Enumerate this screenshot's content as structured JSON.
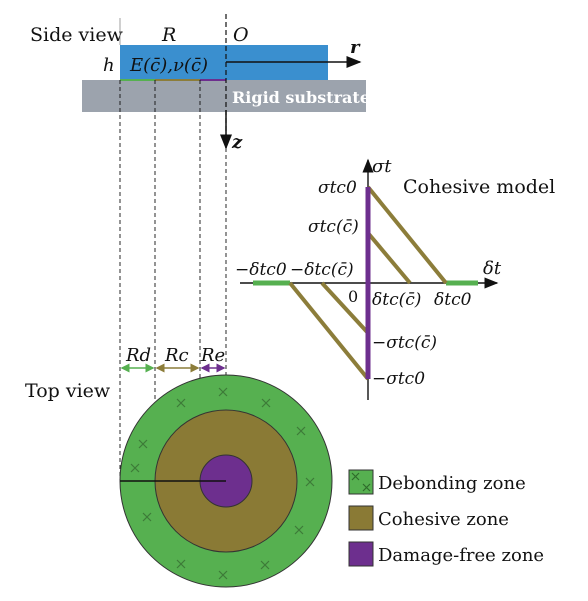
{
  "side_view": {
    "title": "Side view",
    "R": "R",
    "O": "O",
    "r": "r",
    "h": "h",
    "z": "z",
    "film_label": "E(c̄),ν(c̄)",
    "substrate": "Rigid substrate"
  },
  "cohesive_model": {
    "title": "Cohesive model",
    "sigma_t": "σt",
    "delta_t": "δt",
    "origin": "0",
    "sigma_tc0": "σtc0",
    "sigma_tc_c": "σtc(c̄)",
    "neg_delta_tc0": "−δtc0",
    "neg_delta_tc_c": "−δtc(c̄)",
    "delta_tc_c": "δtc(c̄)",
    "delta_tc0": "δtc0",
    "neg_sigma_tc_c": "−σtc(c̄)",
    "neg_sigma_tc0": "−σtc0"
  },
  "top_view": {
    "title": "Top view",
    "Rd": "Rd",
    "Rc": "Rc",
    "Re": "Re"
  },
  "legend": {
    "debonding": "Debonding zone",
    "cohesive": "Cohesive zone",
    "damage_free": "Damage-free zone"
  },
  "colors": {
    "film": "#3a8fcf",
    "substrate": "#9ca3ad",
    "debonding": "#56b050",
    "cohesive": "#8a7a35",
    "damage_free": "#6d2f8e",
    "olive_line": "#8c7d3a"
  }
}
